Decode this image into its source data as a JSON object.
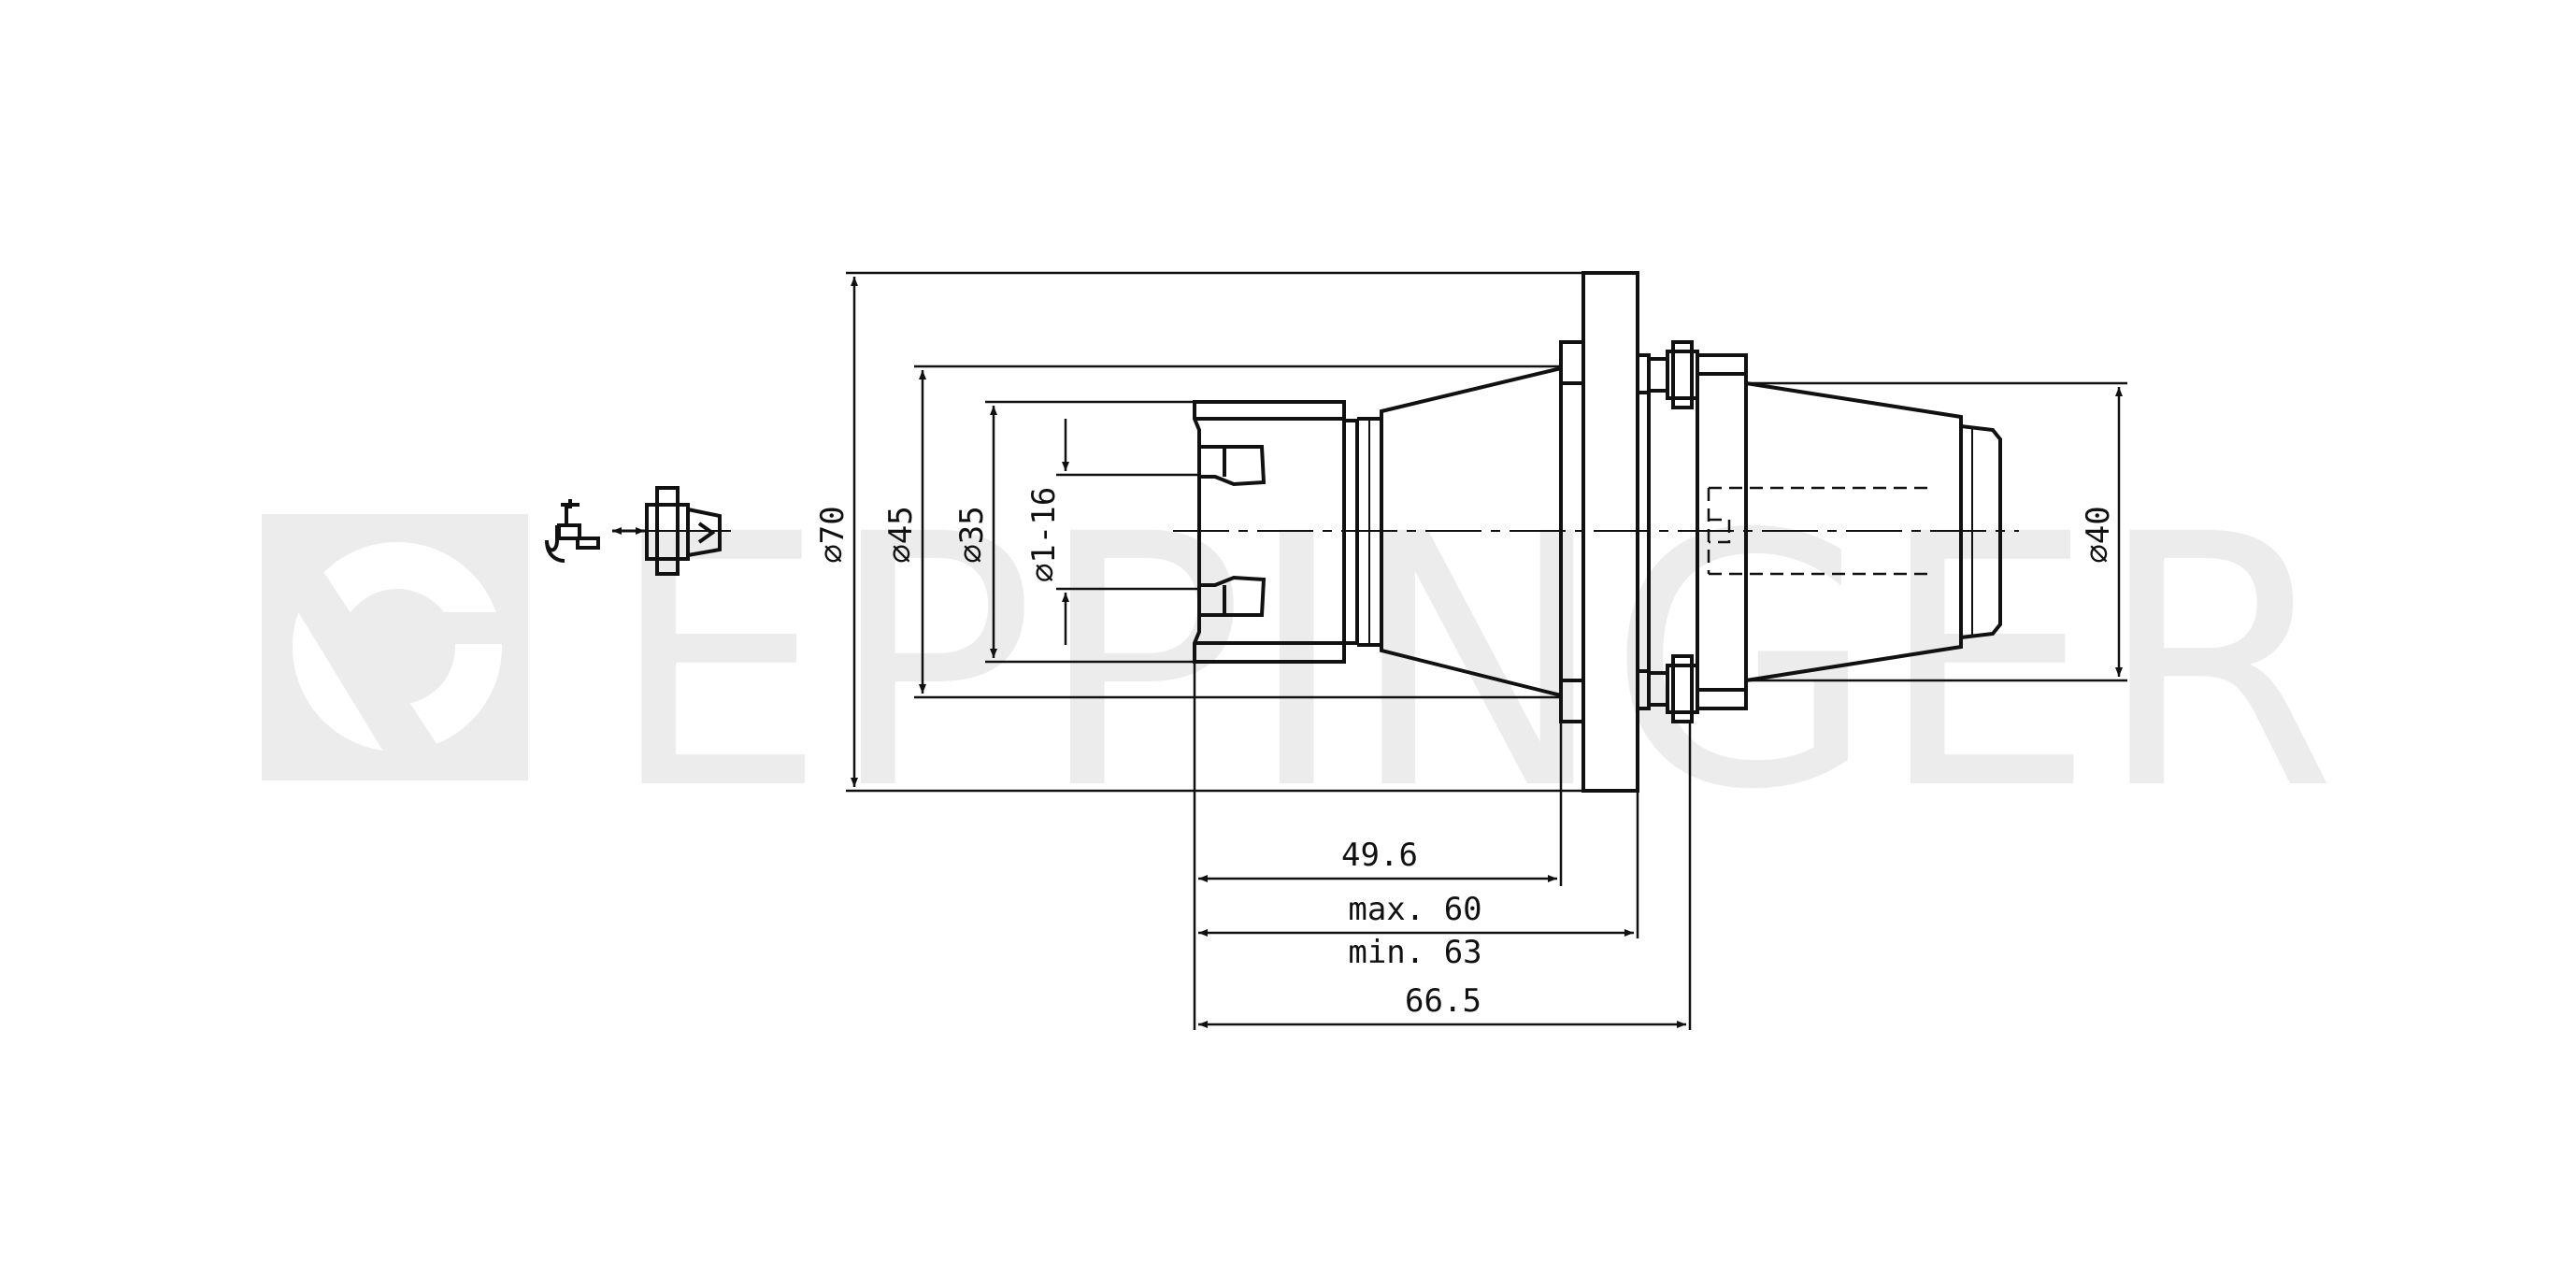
{
  "watermark": {
    "text": "EPPINGER",
    "color": "#ececec"
  },
  "dimensions": {
    "d70": "⌀70",
    "d45": "⌀45",
    "d35": "⌀35",
    "d1_16": "⌀1-16",
    "d40": "⌀40",
    "len_49_6": "49.6",
    "len_max60": "max. 60",
    "len_min63": "min. 63",
    "len_66_5": "66.5"
  },
  "icons": {
    "coolant": "water-tap-icon",
    "tool_holder": "collet-holder-icon"
  },
  "colors": {
    "line": "#111111",
    "watermark": "#ececec"
  }
}
